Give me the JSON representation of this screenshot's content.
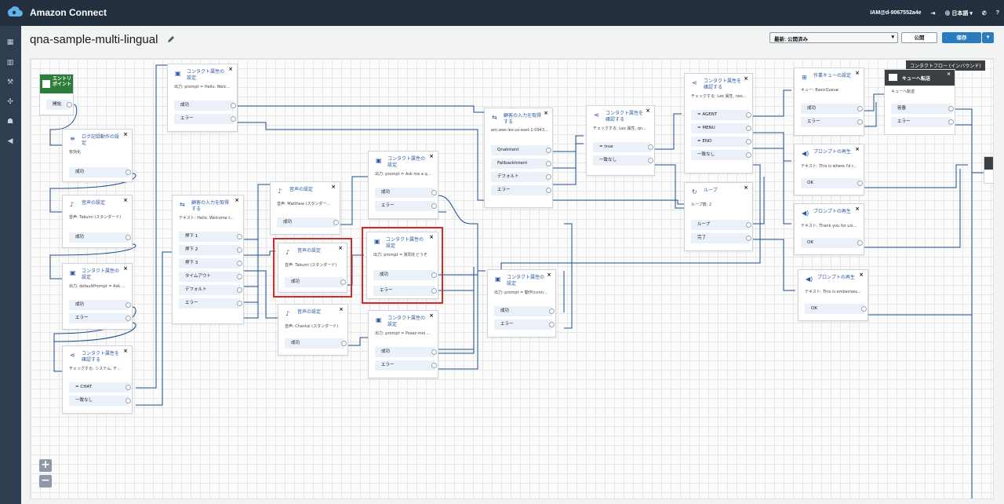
{
  "header": {
    "app_title": "Amazon Connect",
    "user": "IAM@d-9067552a4e",
    "language": "日本語"
  },
  "flow": {
    "title": "qna-sample-multi-lingual",
    "version_select": "最新: 公開済み",
    "publish": "公開",
    "save": "保存"
  },
  "tooltip": "コンタクトフロー (インバウンド)",
  "entry": {
    "title": "エントリポイント",
    "branch": "開始"
  },
  "terminal": {
    "title": "キューへ転送",
    "sub": "キューへ転送",
    "b1": "容量",
    "b2": "エラー"
  },
  "blocks": {
    "log": {
      "title": "ログ記録動作の設定",
      "sub": "有効化",
      "b1": "成功"
    },
    "voice1": {
      "title": "音声の設定",
      "sub": "音声: Takumi (スタンダード)",
      "b1": "成功"
    },
    "attr1": {
      "title": "コンタクト属性の設定",
      "sub": "出力: defaultPrompt = Ask ...",
      "b1": "成功",
      "b2": "エラー"
    },
    "check1": {
      "title": "コンタクト属性を確認する",
      "sub": "チェックする: システム, チ...",
      "b1": "= CHAT",
      "b2": "一致なし"
    },
    "attrTop": {
      "title": "コンタクト属性の設定",
      "sub": "出力: prompt = Hello. Welc...",
      "b1": "成功",
      "b2": "エラー"
    },
    "input1": {
      "title": "顧客の入力を取得する",
      "sub": "テキスト: Hello. Welcome t...",
      "b1": "押下 1",
      "b2": "押下 2",
      "b3": "押下 3",
      "b4": "タイムアウト",
      "b5": "デフォルト",
      "b6": "エラー"
    },
    "voiceM": {
      "title": "音声の設定",
      "sub": "音声: Matthew (スタンダー...",
      "b1": "成功"
    },
    "voiceT": {
      "title": "音声の設定",
      "sub": "音声: Takumi (スタンダード)",
      "b1": "成功"
    },
    "voiceC": {
      "title": "音声の設定",
      "sub": "音声: Chantal (スタンダード)",
      "b1": "成功"
    },
    "attrA": {
      "title": "コンタクト属性の設定",
      "sub": "出力: prompt = Ask me a q...",
      "b1": "成功",
      "b2": "エラー"
    },
    "attrJ": {
      "title": "コンタクト属性の設定",
      "sub": "出力: prompt = 質問をどうぞ",
      "b1": "成功",
      "b2": "エラー"
    },
    "attrP": {
      "title": "コンタクト属性の設定",
      "sub": "出力: prompt = Posez-moi ...",
      "b1": "成功",
      "b2": "エラー"
    },
    "lex": {
      "title": "顧客の入力を取得する",
      "sub": "arn:aws:lex:us-east-1:0943...",
      "b1": "QnaIntent",
      "b2": "FallbackIntent",
      "b3": "デフォルト",
      "b4": "エラー"
    },
    "attrC": {
      "title": "コンタクト属性の設定",
      "sub": "出力: prompt = 動作(conn...",
      "b1": "成功",
      "b2": "エラー"
    },
    "check2": {
      "title": "コンタクト属性を確認する",
      "sub": "チェックする: Lex 属性, qn...",
      "b1": "= true",
      "b2": "一致なし"
    },
    "check3": {
      "title": "コンタクト属性を確認する",
      "sub": "チェックする: Lex 属性, nex...",
      "b1": "= AGENT",
      "b2": "= MENU",
      "b3": "= END",
      "b4": "一致なし"
    },
    "loop": {
      "title": "ループ",
      "sub": "ループ数: 2",
      "b1": "ループ",
      "b2": "完了"
    },
    "queue": {
      "title": "作業キューの設定",
      "sub": "キュー: BasicQueue",
      "b1": "成功",
      "b2": "エラー"
    },
    "play1": {
      "title": "プロンプトの再生",
      "sub": "テキスト: This is where I'd r...",
      "b1": "OK"
    },
    "play2": {
      "title": "プロンプトの再生",
      "sub": "テキスト: Thank you for usi...",
      "b1": "OK"
    },
    "play3": {
      "title": "プロンプトの再生",
      "sub": "テキスト: This is embarrass...",
      "b1": "OK"
    }
  }
}
